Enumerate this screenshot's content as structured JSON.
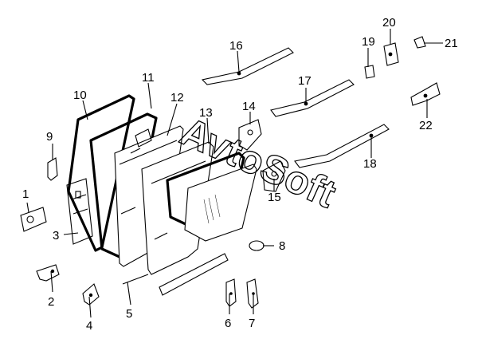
{
  "diagram": {
    "watermark": "AvtoSoft",
    "callouts": [
      {
        "id": "c1",
        "label": "1"
      },
      {
        "id": "c2",
        "label": "2"
      },
      {
        "id": "c3",
        "label": "3"
      },
      {
        "id": "c4",
        "label": "4"
      },
      {
        "id": "c5",
        "label": "5"
      },
      {
        "id": "c6",
        "label": "6"
      },
      {
        "id": "c7",
        "label": "7"
      },
      {
        "id": "c8",
        "label": "8"
      },
      {
        "id": "c9",
        "label": "9"
      },
      {
        "id": "c10",
        "label": "10"
      },
      {
        "id": "c11",
        "label": "11"
      },
      {
        "id": "c12",
        "label": "12"
      },
      {
        "id": "c13",
        "label": "13"
      },
      {
        "id": "c14",
        "label": "14"
      },
      {
        "id": "c15",
        "label": "15"
      },
      {
        "id": "c16",
        "label": "16"
      },
      {
        "id": "c17",
        "label": "17"
      },
      {
        "id": "c18",
        "label": "18"
      },
      {
        "id": "c19",
        "label": "19"
      },
      {
        "id": "c20",
        "label": "20"
      },
      {
        "id": "c21",
        "label": "21"
      },
      {
        "id": "c22",
        "label": "22"
      }
    ]
  }
}
